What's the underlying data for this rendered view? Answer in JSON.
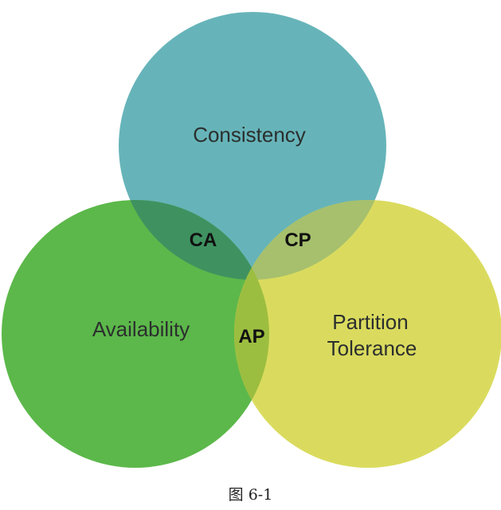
{
  "diagram": {
    "circles": {
      "consistency": {
        "label": "Consistency",
        "color": "#66b4b9"
      },
      "availability": {
        "label": "Availability",
        "color": "#5cb84a"
      },
      "partition_tolerance": {
        "label_line1": "Partition",
        "label_line2": "Tolerance",
        "color": "#dadb5e"
      }
    },
    "regions": {
      "ca": {
        "label": "CA",
        "color": "#3f9260"
      },
      "cp": {
        "label": "CP",
        "color": "#a6c06d"
      },
      "ap": {
        "label": "AP",
        "color": "#9cbe40"
      }
    }
  },
  "caption": "图 6-1"
}
